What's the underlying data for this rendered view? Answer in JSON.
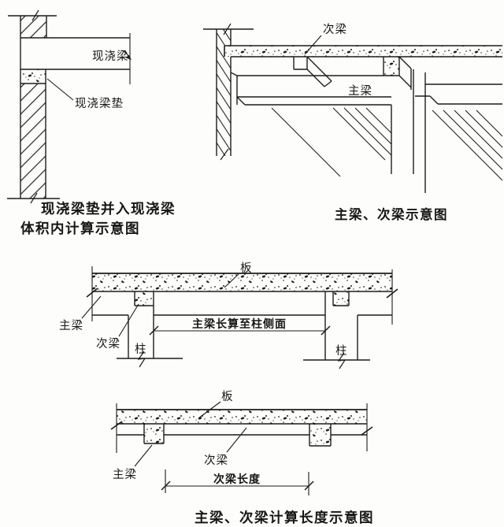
{
  "colors": {
    "ink": "#1c1c1c",
    "paper": "#fdfdfb"
  },
  "figures": {
    "cast_beam_detail": {
      "label_beam": "现浇梁",
      "label_pad": "现浇梁垫",
      "caption_line1": "现浇梁垫并入现浇梁",
      "caption_line2": "体积内计算示意图"
    },
    "beam_overview": {
      "label_secondary_beam": "次梁",
      "label_main_beam": "主梁",
      "caption": "主梁、次梁示意图"
    },
    "main_beam_length_section": {
      "label_slab": "板",
      "label_main_beam": "主梁",
      "label_secondary_beam": "次梁",
      "label_column_left": "柱",
      "label_column_right": "柱",
      "dimension_text": "主梁长算至柱侧面"
    },
    "secondary_beam_length_section": {
      "label_slab": "板",
      "label_main_beam": "主梁",
      "label_secondary_beam": "次梁",
      "dimension_text": "次梁长度",
      "caption": "主梁、次梁计算长度示意图"
    }
  }
}
